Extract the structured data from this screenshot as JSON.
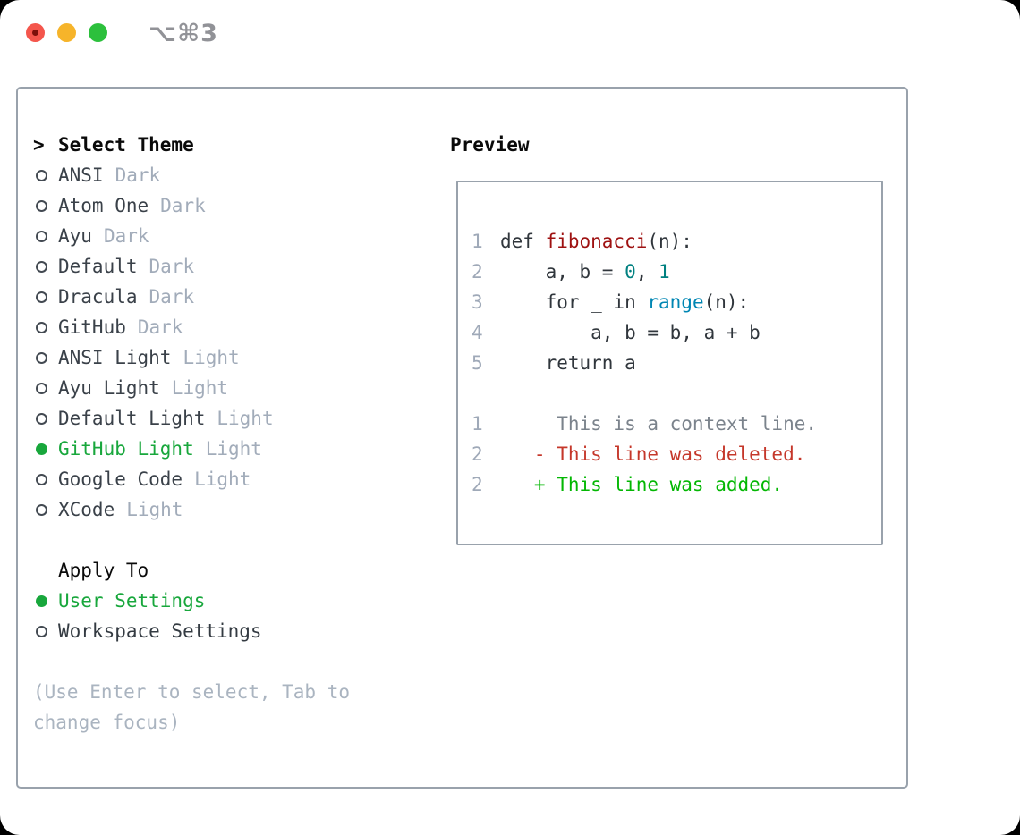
{
  "window": {
    "shortcut": "⌥⌘3"
  },
  "colors": {
    "accent_green": "#18a73c",
    "diff_added_green": "#03b703",
    "diff_deleted_red": "#c5372a",
    "function_red": "#9e1111",
    "number_teal": "#008080",
    "builtin_blue": "#0086b3",
    "panel_border": "#99a2ac",
    "muted_gray": "#a2acba",
    "traffic_red": "#f4564c",
    "traffic_yellow": "#f6b42a",
    "traffic_green": "#2cc03c"
  },
  "theme_picker": {
    "prompt_marker": ">",
    "header": "Select Theme",
    "themes": [
      {
        "name": "ANSI",
        "variant": "Dark",
        "selected": false
      },
      {
        "name": "Atom One",
        "variant": "Dark",
        "selected": false
      },
      {
        "name": "Ayu",
        "variant": "Dark",
        "selected": false
      },
      {
        "name": "Default",
        "variant": "Dark",
        "selected": false
      },
      {
        "name": "Dracula",
        "variant": "Dark",
        "selected": false
      },
      {
        "name": "GitHub",
        "variant": "Dark",
        "selected": false
      },
      {
        "name": "ANSI Light",
        "variant": "Light",
        "selected": false
      },
      {
        "name": "Ayu Light",
        "variant": "Light",
        "selected": false
      },
      {
        "name": "Default Light",
        "variant": "Light",
        "selected": false
      },
      {
        "name": "GitHub Light",
        "variant": "Light",
        "selected": true
      },
      {
        "name": "Google Code",
        "variant": "Light",
        "selected": false
      },
      {
        "name": "XCode",
        "variant": "Light",
        "selected": false
      }
    ],
    "apply_to": {
      "header": "Apply To",
      "options": [
        {
          "label": "User Settings",
          "selected": true
        },
        {
          "label": "Workspace Settings",
          "selected": false
        }
      ]
    },
    "hint_lines": [
      "(Use Enter to select, Tab to",
      "change focus)"
    ]
  },
  "preview": {
    "title": "Preview",
    "code_lines": [
      {
        "num": "1",
        "tokens": [
          [
            "def ",
            "kw"
          ],
          [
            "fibonacci",
            "fn"
          ],
          [
            "(n):",
            "pl"
          ]
        ]
      },
      {
        "num": "2",
        "tokens": [
          [
            "    a, b = ",
            "pl"
          ],
          [
            "0",
            "num"
          ],
          [
            ", ",
            "pl"
          ],
          [
            "1",
            "num"
          ]
        ]
      },
      {
        "num": "3",
        "tokens": [
          [
            "    for _ in ",
            "kw"
          ],
          [
            "range",
            "bi"
          ],
          [
            "(n):",
            "pl"
          ]
        ]
      },
      {
        "num": "4",
        "tokens": [
          [
            "        a, b = b, a + b",
            "pl"
          ]
        ]
      },
      {
        "num": "5",
        "tokens": [
          [
            "    return a",
            "pl"
          ]
        ]
      },
      {
        "num": "",
        "tokens": []
      },
      {
        "num": "1",
        "tokens": [
          [
            "     This is a context line.",
            "ctx"
          ]
        ]
      },
      {
        "num": "2",
        "tokens": [
          [
            "   - This line was deleted.",
            "del"
          ]
        ]
      },
      {
        "num": "2",
        "tokens": [
          [
            "   + This line was added.",
            "add"
          ]
        ]
      }
    ]
  }
}
